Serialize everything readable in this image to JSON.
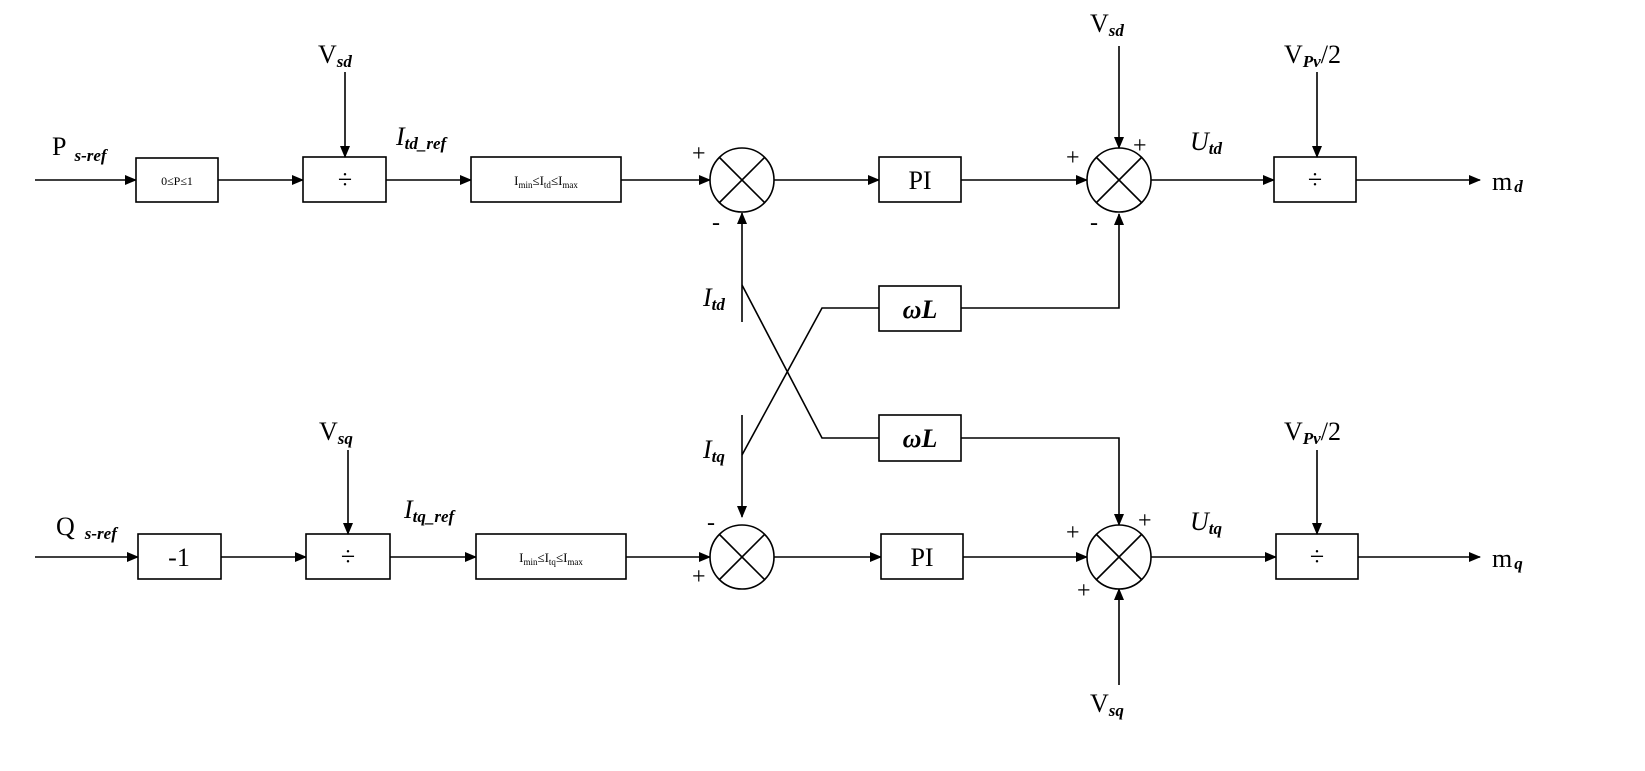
{
  "inputs": {
    "p_ref": {
      "main": "P",
      "sub": "s-ref"
    },
    "q_ref": {
      "main": "Q",
      "sub": "s-ref"
    }
  },
  "signals": {
    "vsd": {
      "main": "V",
      "sub": "sd"
    },
    "vsq": {
      "main": "V",
      "sub": "sq"
    },
    "vpv": {
      "main": "V",
      "sub": "Pv",
      "suffix": "/2"
    },
    "itd_ref": {
      "main": "I",
      "sub": "td_ref"
    },
    "itq_ref": {
      "main": "I",
      "sub": "tq_ref"
    },
    "itd": {
      "main": "I",
      "sub": "td"
    },
    "itq": {
      "main": "I",
      "sub": "tq"
    },
    "utd": {
      "main": "U",
      "sub": "td"
    },
    "utq": {
      "main": "U",
      "sub": "tq"
    }
  },
  "outputs": {
    "md": {
      "main": "m",
      "sub": "d"
    },
    "mq": {
      "main": "m",
      "sub": "q"
    }
  },
  "blocks": {
    "p_limit": "0≤P≤1",
    "neg_one": "-1",
    "divide": "÷",
    "pi": "PI",
    "omega_l": "ωL",
    "id_limit": {
      "i": "I",
      "min": "min",
      "mid": "≤I",
      "var": "td",
      "mid2": "≤I",
      "max": "max"
    },
    "iq_limit": {
      "i": "I",
      "min": "min",
      "mid": "≤I",
      "var": "tq",
      "mid2": "≤I",
      "max": "max"
    }
  },
  "signs": {
    "plus": "+",
    "minus": "-"
  }
}
